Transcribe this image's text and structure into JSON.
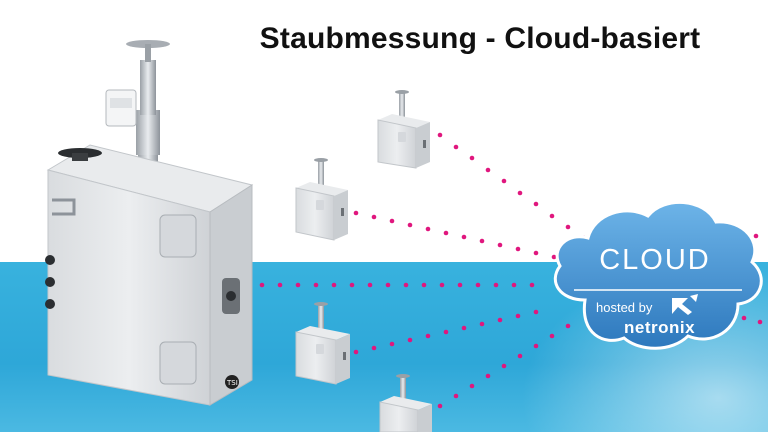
{
  "headline": "Staubmessung - Cloud-basiert",
  "cloud": {
    "label": "CLOUD",
    "hosted_by": "hosted by",
    "brand": "netronix"
  },
  "colors": {
    "background_top": "#ffffff",
    "band_blue": "#34acdb",
    "cloud_fill": "#3a8fd0",
    "dots": "#e0177e",
    "device_body": "#e6e8ea"
  },
  "icons": {
    "tsi_logo": "tsi-logo-icon",
    "netronix_logo": "netronix-logo-icon"
  }
}
